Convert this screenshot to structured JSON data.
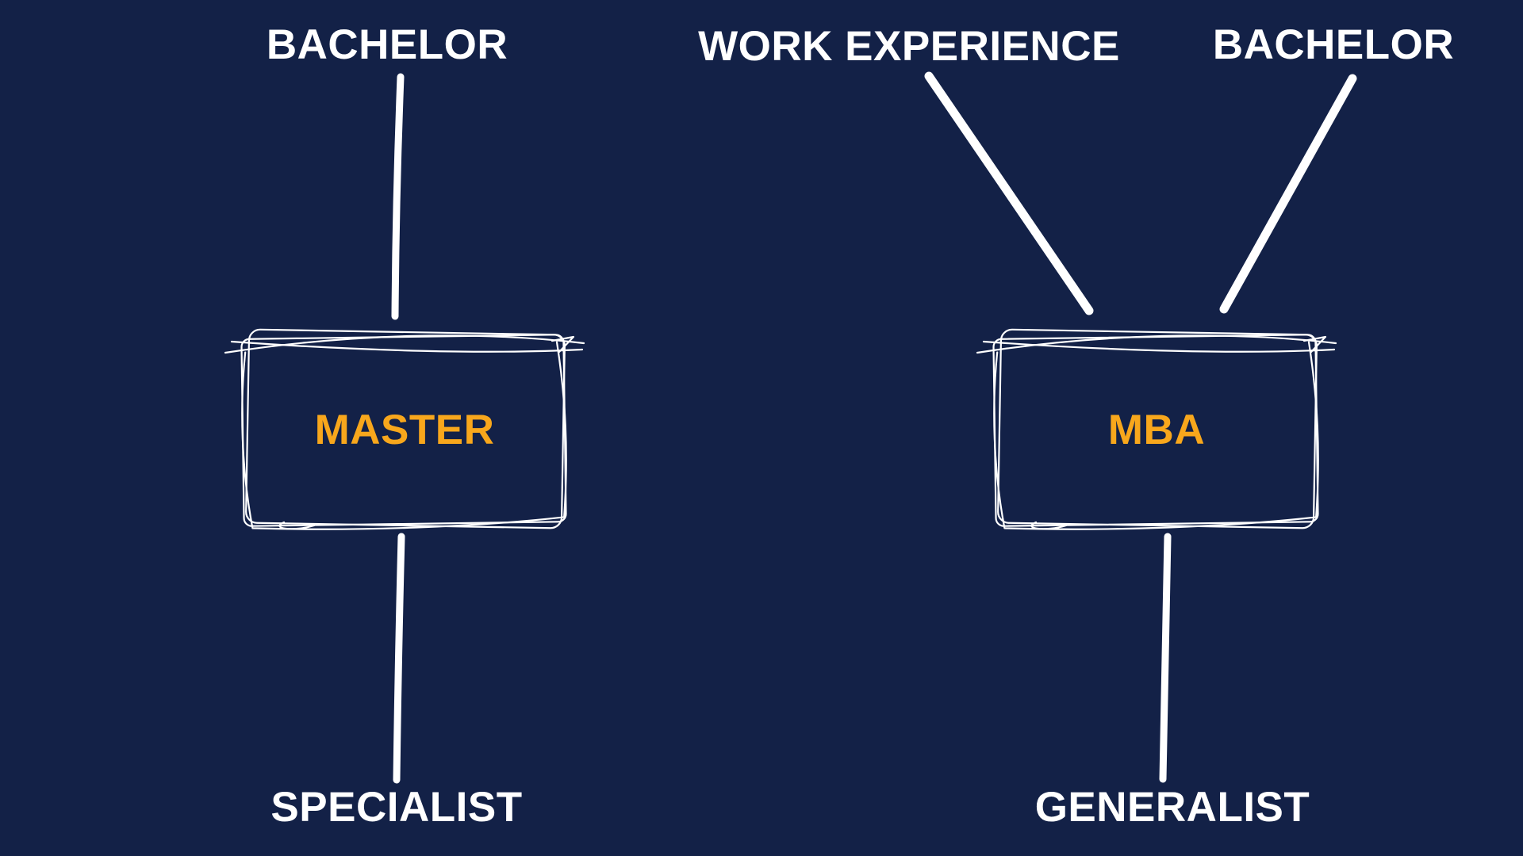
{
  "canvas": {
    "background_color": "#132147",
    "stroke_color": "#ffffff",
    "accent_color": "#f8a71c",
    "label_color": "#ffffff"
  },
  "left_diagram": {
    "input_label": "BACHELOR",
    "box_label": "MASTER",
    "output_label": "SPECIALIST"
  },
  "right_diagram": {
    "input_labels": [
      "WORK EXPERIENCE",
      "BACHELOR"
    ],
    "box_label": "MBA",
    "output_label": "GENERALIST"
  }
}
